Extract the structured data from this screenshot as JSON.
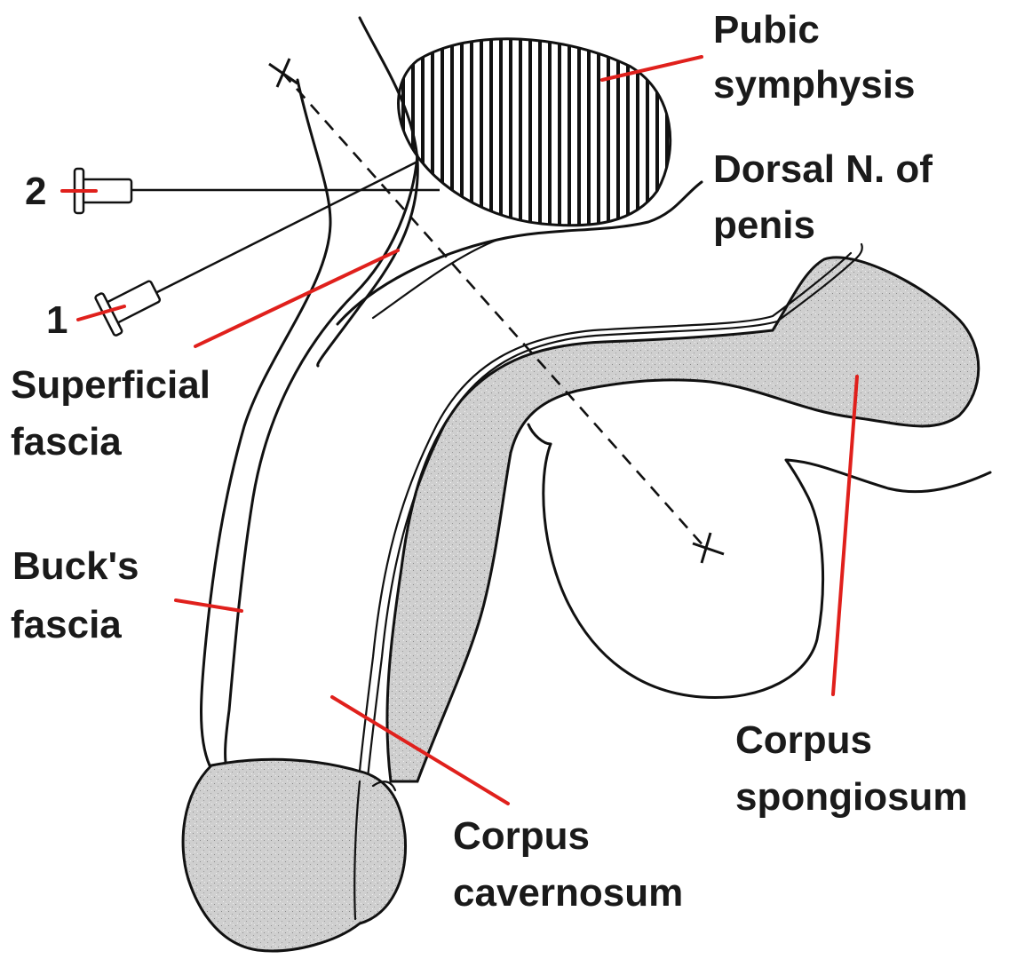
{
  "labels": {
    "pubic_symphysis_1": "Pubic",
    "pubic_symphysis_2": "symphysis",
    "dorsal_nerve_1": "Dorsal N. of",
    "dorsal_nerve_2": "penis",
    "superficial_fascia_1": "Superficial",
    "superficial_fascia_2": "fascia",
    "bucks_fascia_1": "Buck's",
    "bucks_fascia_2": "fascia",
    "corpus_spongiosum_1": "Corpus",
    "corpus_spongiosum_2": "spongiosum",
    "corpus_cavernosum_1": "Corpus",
    "corpus_cavernosum_2": "cavernosum",
    "needle_1": "1",
    "needle_2": "2"
  },
  "colors": {
    "leader": "#e0201c",
    "ink": "#111111",
    "tissue_fill": "#cfcfcf"
  }
}
